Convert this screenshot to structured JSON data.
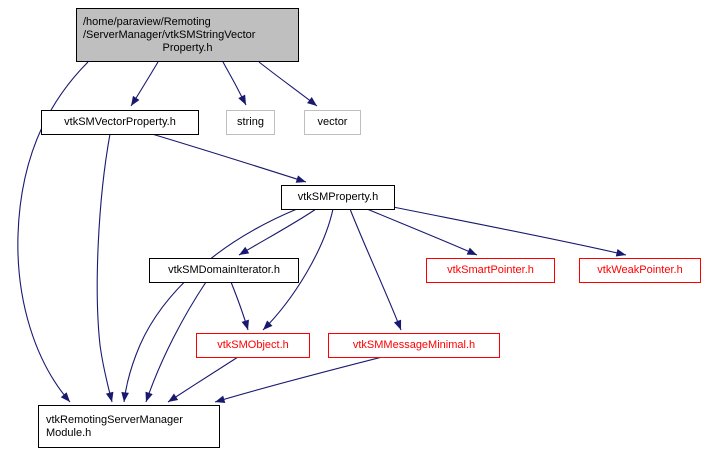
{
  "graph": {
    "kind": "doxygen-include-dependency-graph",
    "colors": {
      "edge": "#191970",
      "main_node_fill": "#bfbfbf",
      "default_border": "#000000",
      "external_border": "#bfbfbf",
      "truncated_border": "#ff0000",
      "truncated_text": "#ff0000",
      "background": "#ffffff"
    },
    "nodes": [
      {
        "id": "main",
        "type": "current-file",
        "label_lines": [
          "/home/paraview/Remoting",
          "/ServerManager/vtkSMStringVector",
          "Property.h"
        ]
      },
      {
        "id": "vtkSMVectorProperty",
        "type": "linked",
        "label": "vtkSMVectorProperty.h"
      },
      {
        "id": "string",
        "type": "external",
        "label": "string"
      },
      {
        "id": "vector",
        "type": "external",
        "label": "vector"
      },
      {
        "id": "vtkSMProperty",
        "type": "linked",
        "label": "vtkSMProperty.h"
      },
      {
        "id": "vtkSMDomainIterator",
        "type": "linked",
        "label": "vtkSMDomainIterator.h"
      },
      {
        "id": "vtkSmartPointer",
        "type": "truncated",
        "label": "vtkSmartPointer.h"
      },
      {
        "id": "vtkWeakPointer",
        "type": "truncated",
        "label": "vtkWeakPointer.h"
      },
      {
        "id": "vtkSMObject",
        "type": "truncated",
        "label": "vtkSMObject.h"
      },
      {
        "id": "vtkSMMessageMinimal",
        "type": "truncated",
        "label": "vtkSMMessageMinimal.h"
      },
      {
        "id": "vtkRemotingServerManagerModule",
        "type": "linked",
        "label_lines": [
          "vtkRemotingServerManager",
          "Module.h"
        ]
      }
    ],
    "edges": [
      {
        "from": "vtkSMStringVectorProperty.h",
        "to": "vtkSMVectorProperty.h"
      },
      {
        "from": "vtkSMStringVectorProperty.h",
        "to": "string"
      },
      {
        "from": "vtkSMStringVectorProperty.h",
        "to": "vector"
      },
      {
        "from": "vtkSMStringVectorProperty.h",
        "to": "vtkRemotingServerManagerModule.h"
      },
      {
        "from": "vtkSMVectorProperty.h",
        "to": "vtkSMProperty.h"
      },
      {
        "from": "vtkSMVectorProperty.h",
        "to": "vtkRemotingServerManagerModule.h"
      },
      {
        "from": "vtkSMProperty.h",
        "to": "vtkSMDomainIterator.h"
      },
      {
        "from": "vtkSMProperty.h",
        "to": "vtkSmartPointer.h"
      },
      {
        "from": "vtkSMProperty.h",
        "to": "vtkWeakPointer.h"
      },
      {
        "from": "vtkSMProperty.h",
        "to": "vtkSMObject.h"
      },
      {
        "from": "vtkSMProperty.h",
        "to": "vtkSMMessageMinimal.h"
      },
      {
        "from": "vtkSMProperty.h",
        "to": "vtkRemotingServerManagerModule.h"
      },
      {
        "from": "vtkSMDomainIterator.h",
        "to": "vtkSMObject.h"
      },
      {
        "from": "vtkSMDomainIterator.h",
        "to": "vtkRemotingServerManagerModule.h"
      },
      {
        "from": "vtkSMObject.h",
        "to": "vtkRemotingServerManagerModule.h"
      },
      {
        "from": "vtkSMMessageMinimal.h",
        "to": "vtkRemotingServerManagerModule.h"
      }
    ]
  }
}
